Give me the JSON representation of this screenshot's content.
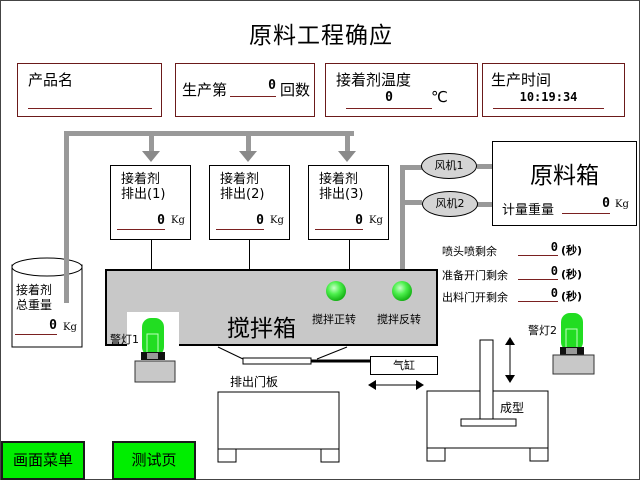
{
  "title": "原料工程确应",
  "header": {
    "product_name_label": "产品名",
    "product_name_value": "",
    "production_count_prefix": "生产第",
    "production_count_value": "0",
    "production_count_suffix": "回数",
    "adhesive_temp_label": "接着剂温度",
    "adhesive_temp_value": "0",
    "adhesive_temp_unit": "℃",
    "production_time_label": "生产时间",
    "production_time_value": "10:19:34"
  },
  "dischargers": [
    {
      "line1": "接着剂",
      "line2": "排出(1)",
      "value": "0",
      "unit": "Kg"
    },
    {
      "line1": "接着剂",
      "line2": "排出(2)",
      "value": "0",
      "unit": "Kg"
    },
    {
      "line1": "接着剂",
      "line2": "排出(3)",
      "value": "0",
      "unit": "Kg"
    }
  ],
  "tank": {
    "line1": "接着剂",
    "line2": "总重量",
    "value": "0",
    "unit": "Kg"
  },
  "fans": [
    "风机1",
    "风机2"
  ],
  "raw_box": {
    "title": "原料箱",
    "weight_label": "计量重量",
    "weight_value": "0",
    "unit": "Kg"
  },
  "timers": [
    {
      "label": "喷头喷剩余",
      "value": "0",
      "unit": "(秒)"
    },
    {
      "label": "准备开门剩余",
      "value": "0",
      "unit": "(秒)"
    },
    {
      "label": "出料门开剩余",
      "value": "0",
      "unit": "(秒)"
    }
  ],
  "mixer": {
    "title": "搅拌箱",
    "forward_label": "搅拌正转",
    "reverse_label": "搅拌反转"
  },
  "warning_lights": [
    "警灯1",
    "警灯2"
  ],
  "discharge_plate_label": "排出门板",
  "cylinder_label": "气缸",
  "molding_label": "成型",
  "buttons": {
    "menu": "画面菜单",
    "test": "测试页"
  },
  "colors": {
    "accent_green": "#00ee00",
    "mixer_gray": "#c8c8c8",
    "pipe_gray": "#999999",
    "underline": "#7a2020"
  }
}
